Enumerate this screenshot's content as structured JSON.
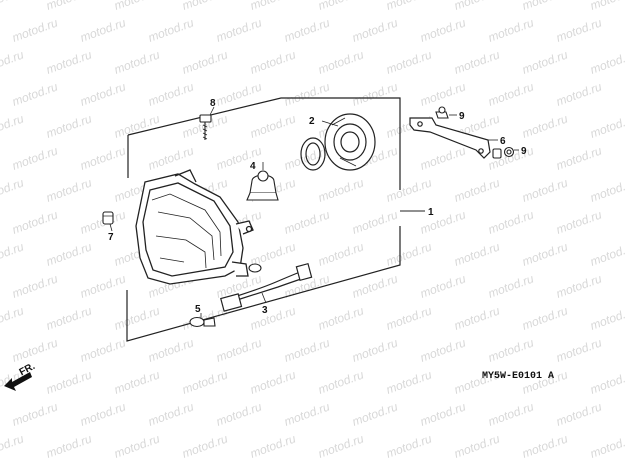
{
  "watermark": "motod.ru",
  "diagram_code": "MY5W-E0101 A",
  "direction_marker": "FR.",
  "callouts": {
    "c1": "1",
    "c2": "2",
    "c3": "3",
    "c4": "4",
    "c5": "5",
    "c6": "6",
    "c7": "7",
    "c8": "8",
    "c9a": "9",
    "c9b": "9"
  }
}
